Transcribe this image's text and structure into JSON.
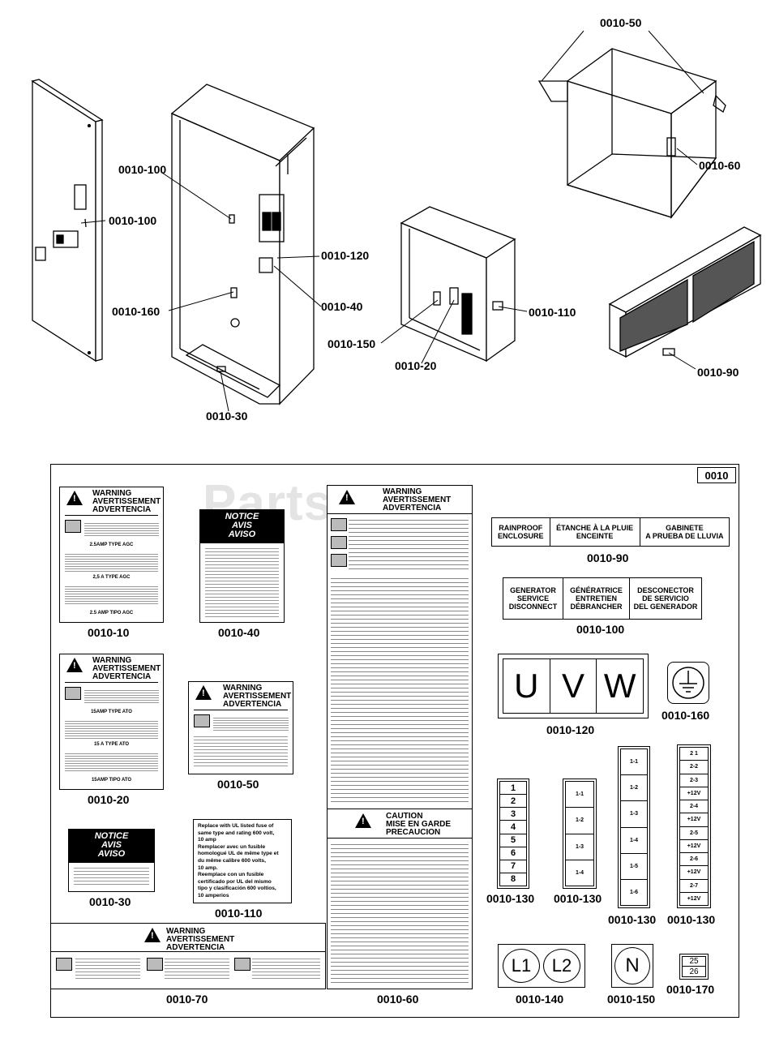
{
  "callouts": {
    "c10_50": "0010-50",
    "c10_60": "0010-60",
    "c10_100a": "0010-100",
    "c10_100b": "0010-100",
    "c10_120": "0010-120",
    "c10_40": "0010-40",
    "c10_160": "0010-160",
    "c10_30": "0010-30",
    "c10_150": "0010-150",
    "c10_20": "0010-20",
    "c10_110": "0010-110",
    "c10_90": "0010-90"
  },
  "watermark": "Partstree",
  "kit_id": "0010",
  "labels": {
    "l10": {
      "title": [
        "WARNING",
        "AVERTISSEMENT",
        "ADVERTENCIA"
      ],
      "amp1": "2.5AMP TYPE AGC",
      "amp2": "2,5 A TYPE AGC",
      "amp3": "2.5 AMP TIPO AGC",
      "caption": "0010-10"
    },
    "l20": {
      "title": [
        "WARNING",
        "AVERTISSEMENT",
        "ADVERTENCIA"
      ],
      "amp1": "15AMP TYPE ATO",
      "amp2": "15 A TYPE ATO",
      "amp3": "15AMP TIPO ATO",
      "caption": "0010-20"
    },
    "l30": {
      "notice": [
        "NOTICE",
        "AVIS",
        "AVISO"
      ],
      "caption": "0010-30"
    },
    "l40": {
      "notice": [
        "NOTICE",
        "AVIS",
        "AVISO"
      ],
      "caption": "0010-40"
    },
    "l50": {
      "title": [
        "WARNING",
        "AVERTISSEMENT",
        "ADVERTENCIA"
      ],
      "caption": "0010-50"
    },
    "l60": {
      "title": [
        "WARNING",
        "AVERTISSEMENT",
        "ADVERTENCIA"
      ],
      "caution": [
        "CAUTION",
        "MISE EN GARDE",
        "PRECAUCION"
      ],
      "caption": "0010-60"
    },
    "l70": {
      "title": [
        "WARNING",
        "AVERTISSEMENT",
        "ADVERTENCIA"
      ],
      "caption": "0010-70"
    },
    "l110": {
      "text": [
        "Replace with UL listed fuse of",
        "same type and rating 600 volt,",
        "10 amp",
        "Remplacer avec un fusible",
        "homologué UL de même type et",
        "du même calibre 600 volts,",
        "10 amp.",
        "Reemplace con un fusible",
        "certificado por UL del mismo",
        "tipo y clasificación 600 voltios,",
        "10 amperios"
      ],
      "caption": "0010-110"
    },
    "l90": {
      "cells": [
        "RAINPROOF\nENCLOSURE",
        "ÉTANCHE À LA PLUIE\nENCEINTE",
        "GABINETE\nA PRUEBA DE LLUVIA"
      ],
      "caption": "0010-90"
    },
    "l100": {
      "cells": [
        "GENERATOR\nSERVICE\nDISCONNECT",
        "GÉNÉRATRICE\nENTRETIEN\nDÉBRANCHER",
        "DESCONECTOR\nDE SERVICIO\nDEL GENERADOR"
      ],
      "caption": "0010-100"
    },
    "l120": {
      "cells": [
        "U",
        "V",
        "W"
      ],
      "caption": "0010-120"
    },
    "l160": {
      "caption": "0010-160"
    },
    "l130a": {
      "cells": [
        "1",
        "2",
        "3",
        "4",
        "5",
        "6",
        "7",
        "8"
      ],
      "caption": "0010-130"
    },
    "l130b": {
      "cells": [
        "1-1",
        "1-2",
        "1-3",
        "1-4"
      ],
      "caption": "0010-130"
    },
    "l130c": {
      "cells": [
        "1-1",
        "1-2",
        "1-3",
        "1-4",
        "1-5",
        "1-6"
      ],
      "caption": "0010-130"
    },
    "l130d": {
      "cells": [
        "2 1",
        "2-2",
        "2-3",
        "+12V",
        "2-4",
        "+12V",
        "2-5",
        "+12V",
        "2-6",
        "+12V",
        "2-7",
        "+12V"
      ],
      "caption": "0010-130"
    },
    "l140": {
      "cells": [
        "L1",
        "L2"
      ],
      "caption": "0010-140"
    },
    "l150": {
      "cells": [
        "N"
      ],
      "caption": "0010-150"
    },
    "l170": {
      "cells": [
        "25",
        "26"
      ],
      "caption": "0010-170"
    }
  }
}
